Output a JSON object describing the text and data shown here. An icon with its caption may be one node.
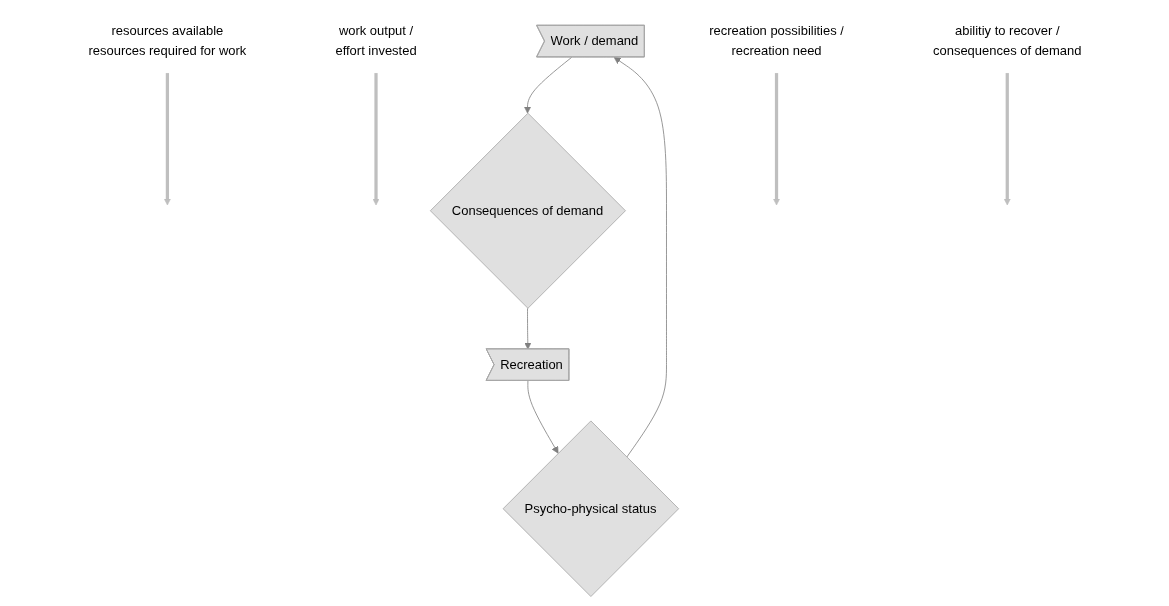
{
  "diagram": {
    "nodes": [
      {
        "text": [
          "Work / demand"
        ]
      },
      {
        "text": [
          "Consequences of demand"
        ]
      },
      {
        "text": [
          "Recreation"
        ]
      },
      {
        "text": [
          "Psycho-physical status"
        ]
      },
      {
        "text": [
          "resources available",
          "resources required for work"
        ]
      },
      {
        "text": [
          "work output /",
          "effort invested"
        ]
      },
      {
        "text": [
          "recreation possibilities /",
          "recreation need"
        ]
      },
      {
        "text": [
          "abilitiy to recover /",
          "consequences of demand"
        ]
      }
    ],
    "edges": [
      {
        "from": 0,
        "to": 1,
        "arrow": "to",
        "color": "#808080"
      },
      {
        "from": 1,
        "to": 2,
        "arrow": "to",
        "color": "#808080"
      },
      {
        "from": 2,
        "to": 3,
        "arrow": "to",
        "color": "#808080"
      },
      {
        "from": 3,
        "to": 0,
        "arrow": "to",
        "color": "#808080"
      },
      {
        "from": 4,
        "to": null,
        "arrow": "to",
        "style": "thick",
        "color": "#bfbfbf"
      },
      {
        "from": 5,
        "to": null,
        "arrow": "to",
        "style": "thick",
        "color": "#bfbfbf"
      },
      {
        "from": 6,
        "to": null,
        "arrow": "to",
        "style": "thick",
        "color": "#bfbfbf"
      },
      {
        "from": 7,
        "to": null,
        "arrow": "to",
        "style": "thick",
        "color": "#bfbfbf"
      }
    ]
  }
}
